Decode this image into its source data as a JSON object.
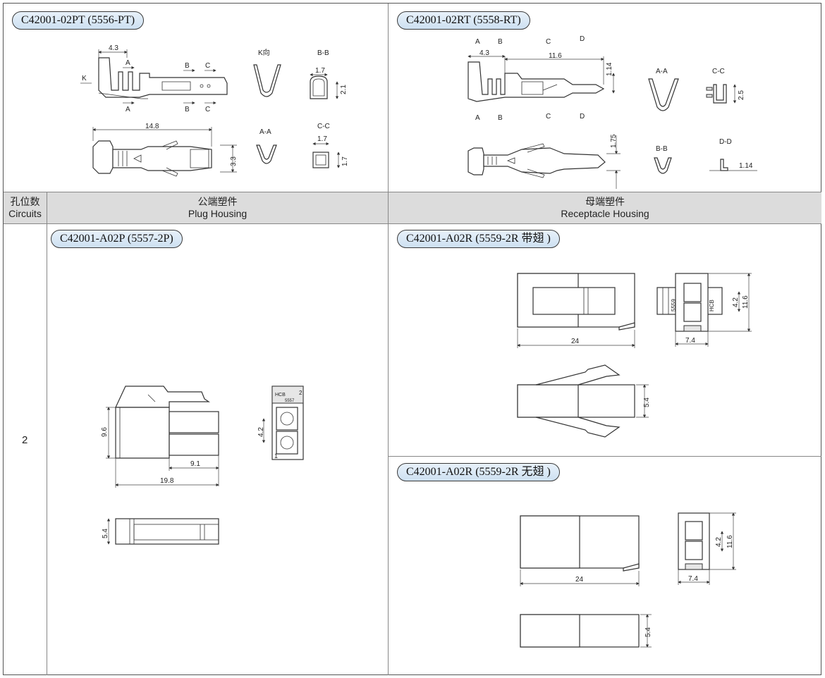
{
  "table": {
    "col1_header": {
      "cn": "孔位数",
      "en": "Circuits"
    },
    "col2_header": {
      "cn": "公端塑件",
      "en": "Plug Housing"
    },
    "col3_header": {
      "cn": "母端塑件",
      "en": "Receptacle Housing"
    },
    "circuits": "2"
  },
  "terminals": {
    "pt": {
      "label": "C42001-02PT (5556-PT)",
      "dims": {
        "d43": "4.3",
        "d148": "14.8",
        "d17a": "1.7",
        "d21": "2.1",
        "d17b": "1.7",
        "d17c": "1.7",
        "d33": "3.3"
      },
      "markers": {
        "k": "K",
        "a": "A",
        "b": "B",
        "c": "C"
      },
      "views": {
        "k_dir": "K向",
        "bb": "B-B",
        "aa": "A-A",
        "cc": "C-C"
      }
    },
    "rt": {
      "label": "C42001-02RT (5558-RT)",
      "dims": {
        "d43": "4.3",
        "d116": "11.6",
        "d114a": "1.14",
        "d175": "1.75",
        "d25": "2.5",
        "d114b": "1.14"
      },
      "markers": {
        "a": "A",
        "b": "B",
        "c": "C",
        "d": "D"
      },
      "views": {
        "aa": "A-A",
        "cc": "C-C",
        "bb": "B-B",
        "dd": "D-D"
      }
    }
  },
  "plug": {
    "label": "C42001-A02P (5557-2P)",
    "dims": {
      "d96": "9.6",
      "d91": "9.1",
      "d198": "19.8",
      "d42": "4.2",
      "d54": "5.4"
    },
    "marks": {
      "brand": "HCB",
      "code": "5557",
      "p1": "1",
      "p2": "2"
    }
  },
  "receptacle_wing": {
    "label": "C42001-A02R (5559-2R 带翅 )",
    "dims": {
      "d24": "24",
      "d74": "7.4",
      "d42": "4.2",
      "d116": "11.6",
      "d54": "5.4"
    },
    "marks": {
      "code": "5559",
      "brand": "HCB"
    }
  },
  "receptacle_nowing": {
    "label": "C42001-A02R (5559-2R 无翅 )",
    "dims": {
      "d24": "24",
      "d74": "7.4",
      "d42": "4.2",
      "d116": "11.6",
      "d54": "5.4"
    }
  }
}
